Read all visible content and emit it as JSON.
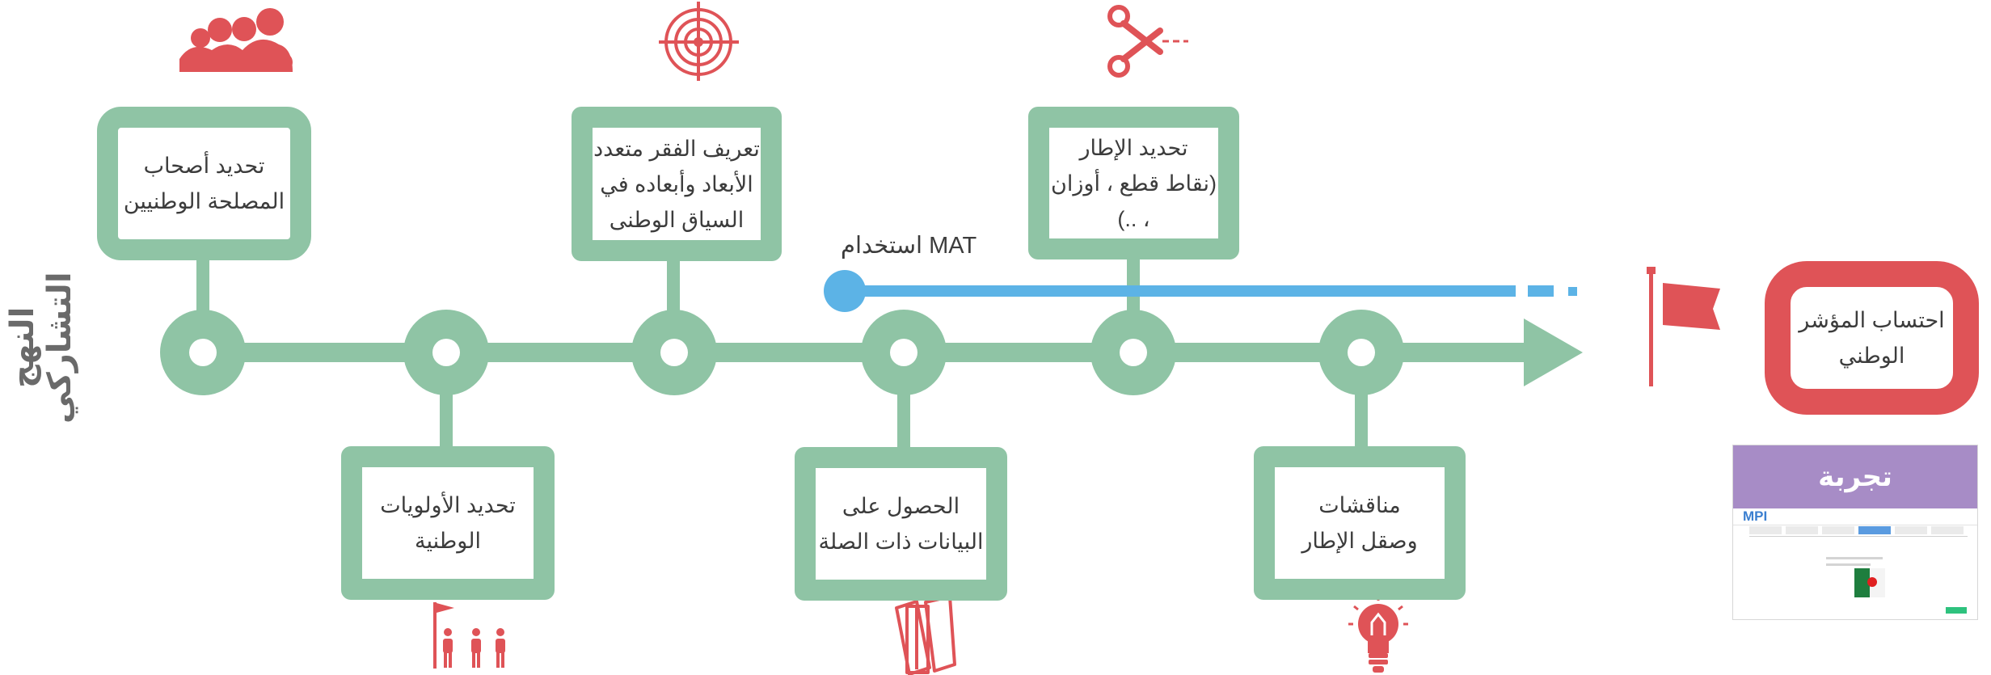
{
  "side_title": "النهج التشاركي",
  "colors": {
    "green": "#8fc4a5",
    "blue": "#5cb3e6",
    "red": "#df5357",
    "purple": "#a78cc6",
    "text": "#3c3c3c"
  },
  "steps": [
    {
      "text": "تحديد أصحاب\nالمصلحة الوطنيين",
      "icon": "people-group-icon"
    },
    {
      "text": "تحديد الأولويات\nالوطنية",
      "icon": "flag-people-icon"
    },
    {
      "text": "تعريف الفقر متعدد\nالأبعاد وأبعاده في\nالسياق الوطنى",
      "icon": "target-icon"
    },
    {
      "text": "الحصول على\nالبيانات ذات الصلة",
      "icon": "books-icon"
    },
    {
      "text": "تحديد الإطار\n(نقاط قطع ، أوزان\n، ..)",
      "icon": "scissors-icon"
    },
    {
      "text": "مناقشات\nوصقل الإطار",
      "icon": "lightbulb-icon"
    }
  ],
  "mat_label": "استخدام MAT",
  "final_step": {
    "text": "احتساب المؤشر\nالوطني",
    "icon": "flag-icon"
  },
  "trial": {
    "label": "تجربة",
    "logo": "MPI"
  }
}
